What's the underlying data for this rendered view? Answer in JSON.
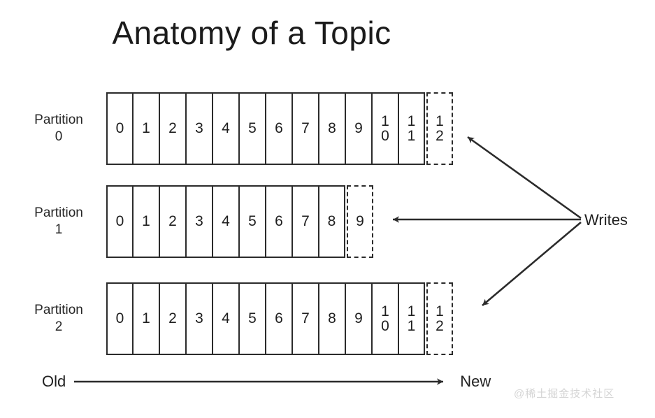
{
  "diagram": {
    "title": "Anatomy of a Topic",
    "partitions": [
      {
        "label": "Partition",
        "number": "0",
        "cells": [
          "0",
          "1",
          "2",
          "3",
          "4",
          "5",
          "6",
          "7",
          "8",
          "9",
          "10",
          "11"
        ],
        "pending_cell": "12"
      },
      {
        "label": "Partition",
        "number": "1",
        "cells": [
          "0",
          "1",
          "2",
          "3",
          "4",
          "5",
          "6",
          "7",
          "8"
        ],
        "pending_cell": "9"
      },
      {
        "label": "Partition",
        "number": "2",
        "cells": [
          "0",
          "1",
          "2",
          "3",
          "4",
          "5",
          "6",
          "7",
          "8",
          "9",
          "10",
          "11"
        ],
        "pending_cell": "12"
      }
    ],
    "writes_label": "Writes",
    "timeline": {
      "old_label": "Old",
      "new_label": "New"
    },
    "watermark": "@稀土掘金技术社区",
    "colors": {
      "stroke": "#2b2b2b",
      "text": "#1f1f1f",
      "background": "#ffffff",
      "watermark": "#d4d4d4"
    }
  }
}
